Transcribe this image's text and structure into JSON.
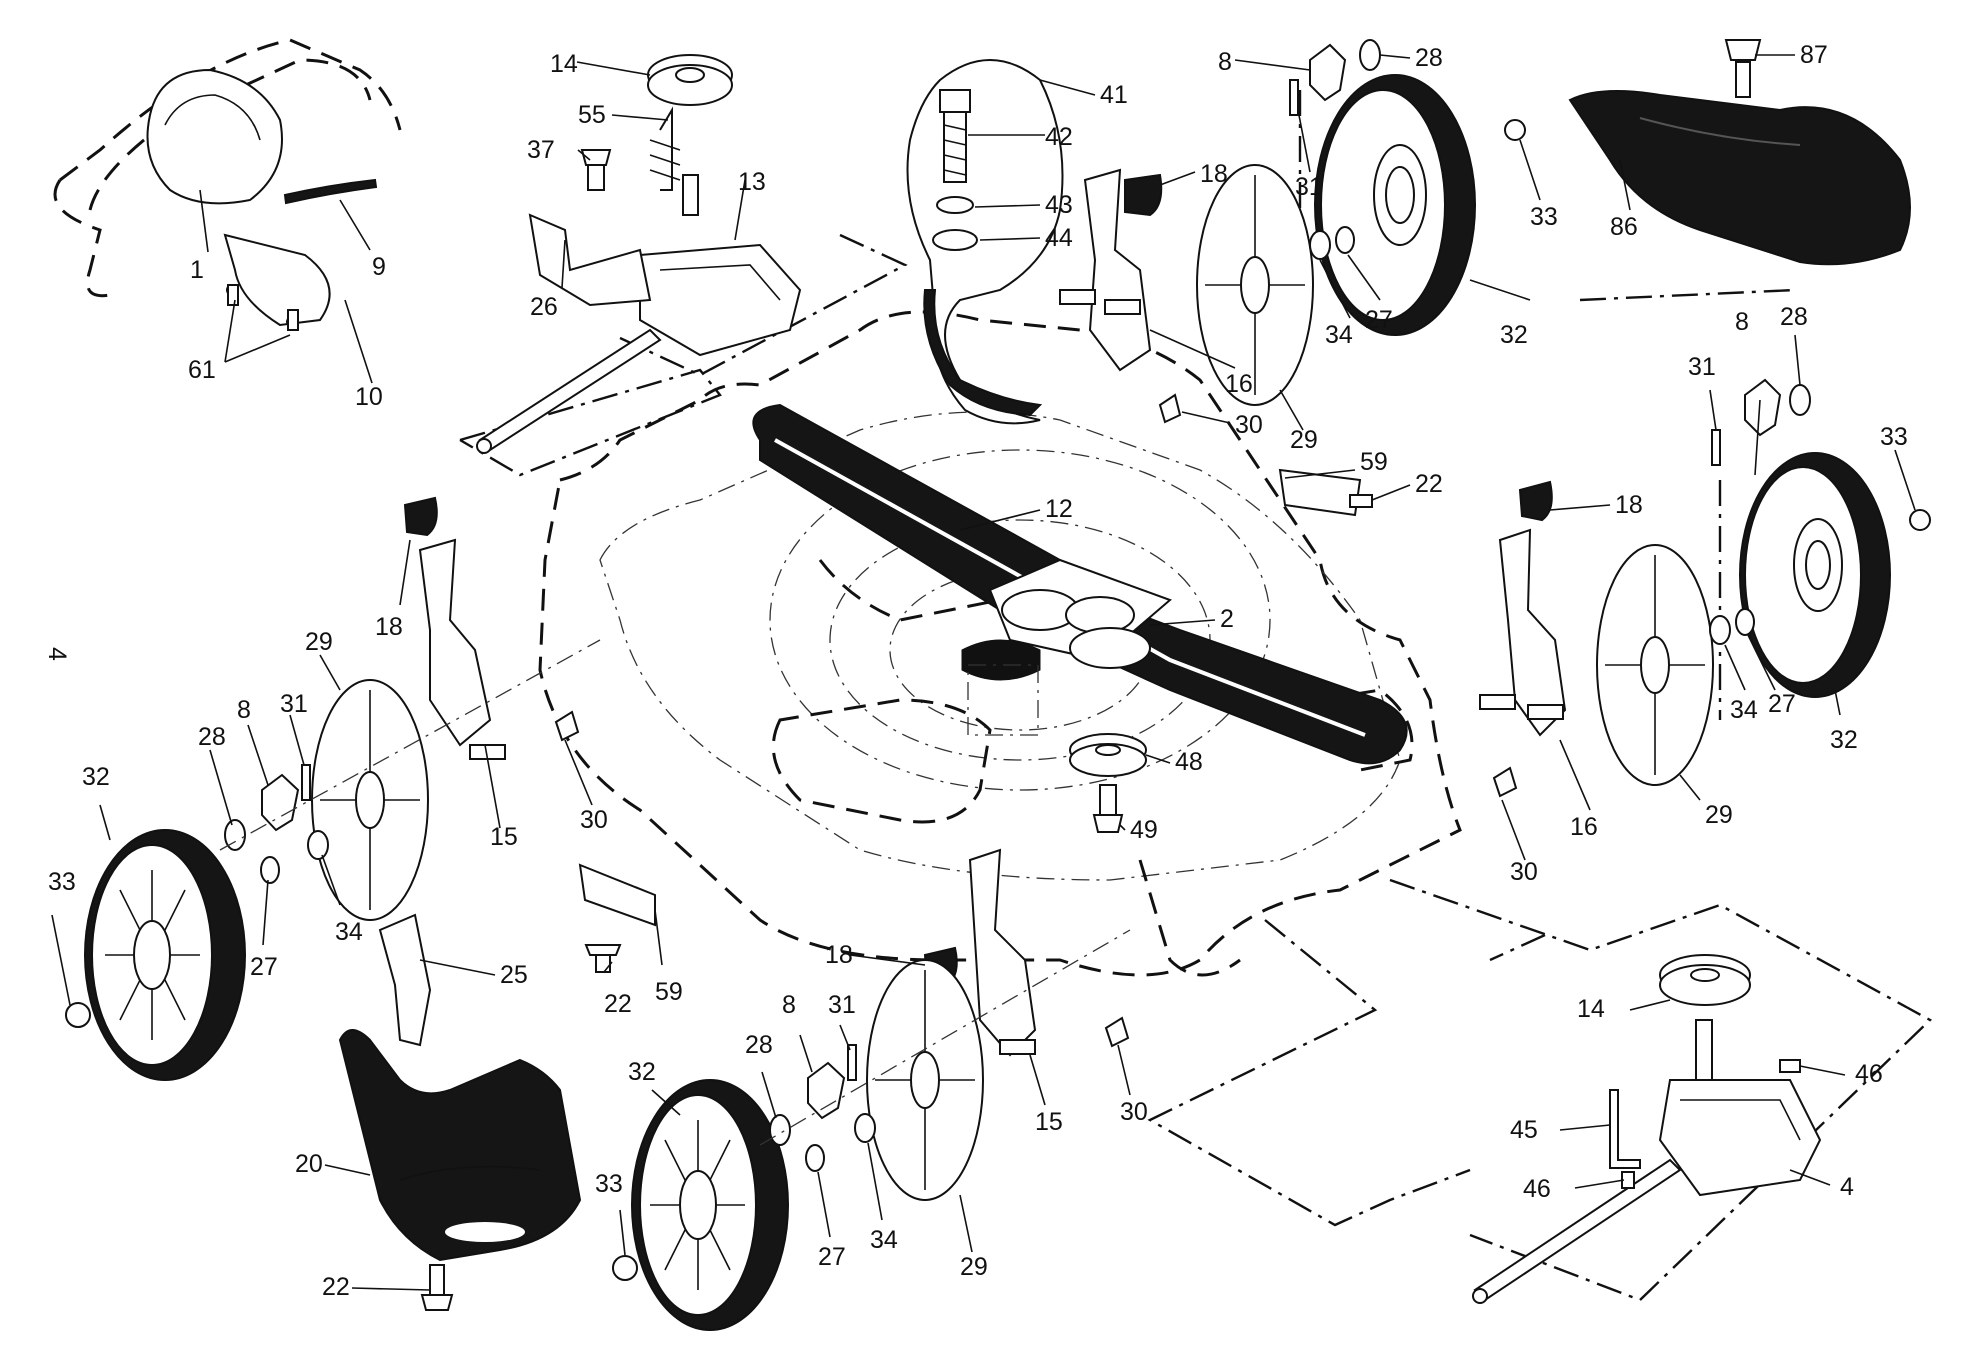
{
  "page_number": "4",
  "callouts": {
    "c1": "1",
    "c2": "2",
    "c4": "4",
    "c8a": "8",
    "c8b": "8",
    "c8c": "8",
    "c8d": "8",
    "c9": "9",
    "c10": "10",
    "c12": "12",
    "c13": "13",
    "c14a": "14",
    "c14b": "14",
    "c15a": "15",
    "c15b": "15",
    "c16a": "16",
    "c16b": "16",
    "c18a": "18",
    "c18b": "18",
    "c18c": "18",
    "c18d": "18",
    "c20": "20",
    "c22a": "22",
    "c22b": "22",
    "c22c": "22",
    "c25": "25",
    "c26": "26",
    "c27a": "27",
    "c27b": "27",
    "c27c": "27",
    "c27d": "27",
    "c28a": "28",
    "c28b": "28",
    "c28c": "28",
    "c28d": "28",
    "c29a": "29",
    "c29b": "29",
    "c29c": "29",
    "c29d": "29",
    "c30a": "30",
    "c30b": "30",
    "c30c": "30",
    "c30d": "30",
    "c31a": "31",
    "c31b": "31",
    "c31c": "31",
    "c31d": "31",
    "c32a": "32",
    "c32b": "32",
    "c32c": "32",
    "c32d": "32",
    "c33a": "33",
    "c33b": "33",
    "c33c": "33",
    "c33d": "33",
    "c34a": "34",
    "c34b": "34",
    "c34c": "34",
    "c34d": "34",
    "c37": "37",
    "c41": "41",
    "c42": "42",
    "c43": "43",
    "c44": "44",
    "c45": "45",
    "c46a": "46",
    "c46b": "46",
    "c48": "48",
    "c49": "49",
    "c55": "55",
    "c59a": "59",
    "c59b": "59",
    "c61": "61",
    "c86": "86",
    "c87": "87"
  }
}
